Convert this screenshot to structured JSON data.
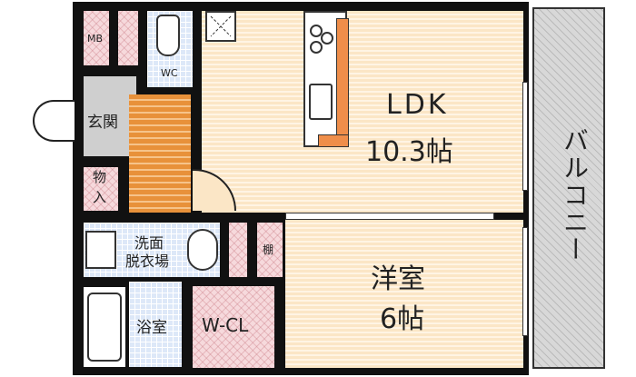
{
  "rooms": {
    "mb": "MB",
    "wc": "WC",
    "genkan": "玄関",
    "storage": "物入",
    "washroom_line1": "洗面",
    "washroom_line2": "脱衣場",
    "shelf": "棚",
    "bath": "浴室",
    "wcl": "W-CL",
    "ldk_name": "LDK",
    "ldk_size": "10.3帖",
    "western_name": "洋室",
    "western_size": "6帖",
    "balcony": "バルコニー"
  }
}
